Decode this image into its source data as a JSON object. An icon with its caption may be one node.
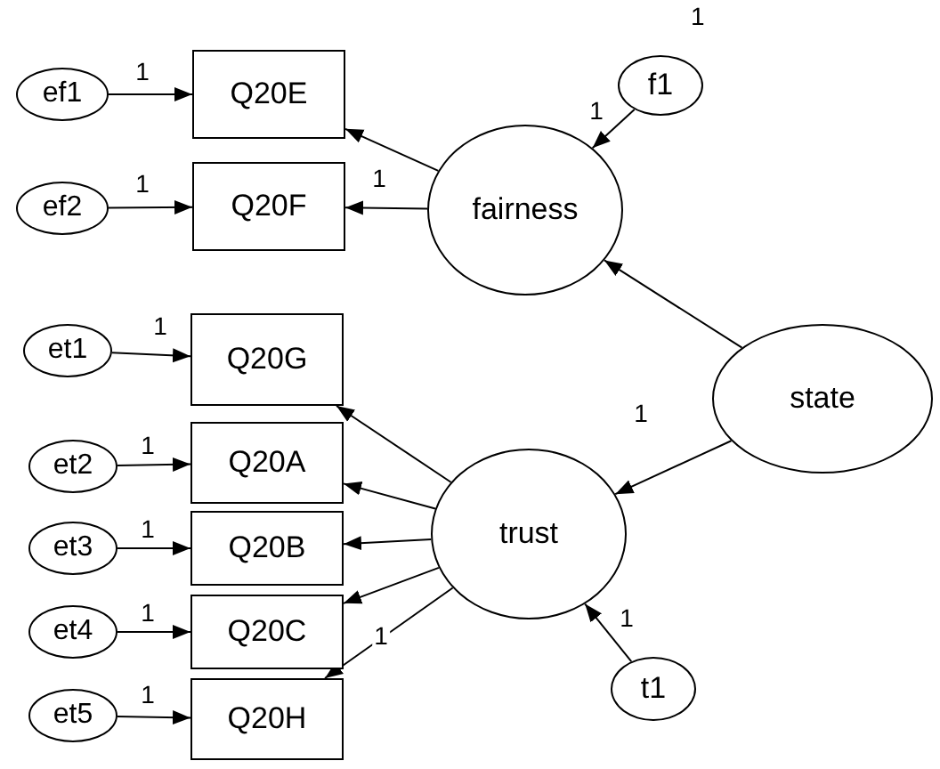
{
  "diagram": {
    "nodes": [
      {
        "text": [
          "ef1"
        ]
      },
      {
        "text": [
          "Q20E"
        ]
      },
      {
        "text": [
          "f1"
        ],
        "beside": [
          "1"
        ]
      },
      {
        "text": [
          "ef2"
        ]
      },
      {
        "text": [
          "Q20F"
        ]
      },
      {
        "text": [
          "fairness"
        ]
      },
      {
        "text": [
          "et1"
        ]
      },
      {
        "text": [
          "Q20G"
        ]
      },
      {
        "text": [
          "state"
        ]
      },
      {
        "text": [
          "et2"
        ]
      },
      {
        "text": [
          "Q20A"
        ]
      },
      {
        "text": [
          "trust"
        ]
      },
      {
        "text": [
          "et3"
        ]
      },
      {
        "text": [
          "Q20B"
        ]
      },
      {
        "text": [
          "et4"
        ]
      },
      {
        "text": [
          "Q20C"
        ]
      },
      {
        "text": [
          "et5"
        ]
      },
      {
        "text": [
          "Q20H"
        ]
      },
      {
        "text": [
          "t1"
        ]
      }
    ],
    "edges": [
      {
        "from": 0,
        "to": 1,
        "arrow": "to",
        "label": "1"
      },
      {
        "from": 3,
        "to": 4,
        "arrow": "to",
        "label": "1"
      },
      {
        "from": 5,
        "to": 1,
        "arrow": "to"
      },
      {
        "from": 5,
        "to": 4,
        "arrow": "to",
        "label": "1"
      },
      {
        "from": 2,
        "to": 5,
        "arrow": "to",
        "label": "1"
      },
      {
        "from": 6,
        "to": 7,
        "arrow": "to",
        "label": "1"
      },
      {
        "from": 9,
        "to": 10,
        "arrow": "to",
        "label": "1"
      },
      {
        "from": 12,
        "to": 13,
        "arrow": "to",
        "label": "1"
      },
      {
        "from": 14,
        "to": 15,
        "arrow": "to",
        "label": "1"
      },
      {
        "from": 16,
        "to": 17,
        "arrow": "to",
        "label": "1"
      },
      {
        "from": 11,
        "to": 7,
        "arrow": "to"
      },
      {
        "from": 11,
        "to": 10,
        "arrow": "to"
      },
      {
        "from": 11,
        "to": 13,
        "arrow": "to"
      },
      {
        "from": 11,
        "to": 15,
        "arrow": "to",
        "label": "1"
      },
      {
        "from": 11,
        "to": 17,
        "arrow": "to"
      },
      {
        "from": 8,
        "to": 5,
        "arrow": "to"
      },
      {
        "from": 8,
        "to": 11,
        "arrow": "to",
        "label": "1"
      },
      {
        "from": 18,
        "to": 11,
        "arrow": "to",
        "label": "1"
      }
    ]
  }
}
